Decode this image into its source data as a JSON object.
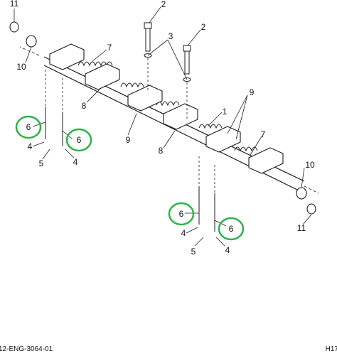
{
  "callouts": [
    "11",
    "10",
    "7",
    "2",
    "3",
    "2",
    "8",
    "9",
    "1",
    "6",
    "6",
    "4",
    "5",
    "4",
    "8",
    "9",
    "7",
    "10",
    "6",
    "6",
    "4",
    "5",
    "4",
    "11"
  ],
  "footer": {
    "doc_id": "12-ENG-3064-01",
    "page_code": "H17"
  },
  "colors": {
    "line": "#1a1a1a",
    "highlight_circle": "#2db34a"
  }
}
